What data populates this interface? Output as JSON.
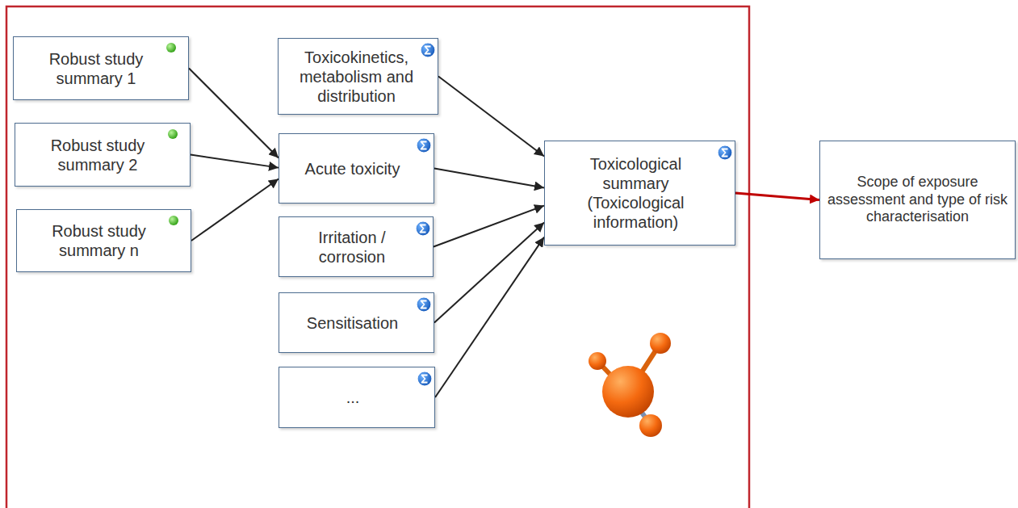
{
  "diagram": {
    "nodes": [
      {
        "text": [
          "Robust study summary 1"
        ]
      },
      {
        "text": [
          "Robust study summary 2"
        ]
      },
      {
        "text": [
          "Robust study summary n"
        ]
      },
      {
        "text": [
          "Toxicokinetics, metabolism and distribution"
        ]
      },
      {
        "text": [
          "Acute toxicity"
        ]
      },
      {
        "text": [
          "Irritation / corrosion"
        ]
      },
      {
        "text": [
          "Sensitisation"
        ]
      },
      {
        "text": [
          "..."
        ]
      },
      {
        "text": [
          "Toxicological summary (Toxicological information)"
        ]
      },
      {
        "text": [
          "Scope of exposure assessment and type of risk characterisation"
        ]
      }
    ],
    "edges": [
      {
        "from": 0,
        "to": 4,
        "arrow": "to"
      },
      {
        "from": 1,
        "to": 4,
        "arrow": "to"
      },
      {
        "from": 2,
        "to": 4,
        "arrow": "to"
      },
      {
        "from": 3,
        "to": 8,
        "arrow": "to"
      },
      {
        "from": 4,
        "to": 8,
        "arrow": "to"
      },
      {
        "from": 5,
        "to": 8,
        "arrow": "to"
      },
      {
        "from": 6,
        "to": 8,
        "arrow": "to"
      },
      {
        "from": 7,
        "to": 8,
        "arrow": "to"
      },
      {
        "from": 8,
        "to": 9,
        "arrow": "to"
      }
    ]
  }
}
